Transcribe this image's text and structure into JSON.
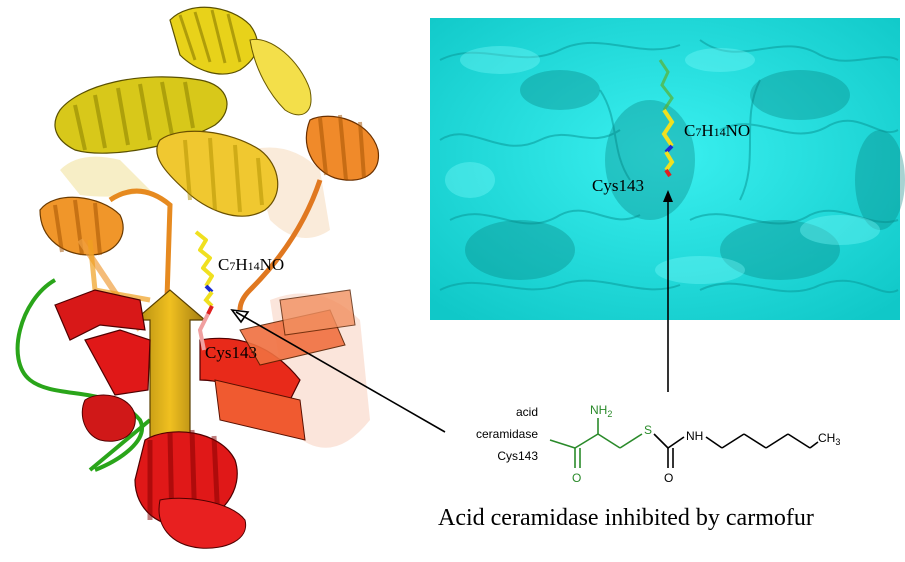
{
  "labels": {
    "ligand_left": {
      "main": "C",
      "sub1": "7",
      "mid": "H",
      "sub2": "14",
      "tail": "NO"
    },
    "cys_left": "Cys143",
    "ligand_right": {
      "main": "C",
      "sub1": "7",
      "mid": "H",
      "sub2": "14",
      "tail": "NO"
    },
    "cys_right": "Cys143",
    "chem_label_line1": "acid",
    "chem_label_line2": "ceramidase",
    "chem_label_line3": "Cys143",
    "chem_nh2": "NH",
    "chem_nh2_sub": "2",
    "chem_s": "S",
    "chem_o": "O",
    "chem_o_carbonyl": "O",
    "chem_nh": "NH",
    "chem_ch3": "CH",
    "chem_ch3_sub": "3",
    "caption": "Acid ceramidase inhibited by carmofur"
  },
  "colors": {
    "surface": "#1ee3e3",
    "helix_yellow": "#e8d21a",
    "helix_orange": "#f08a2a",
    "strand_red": "#e01010",
    "loop_green": "#2aa51a",
    "chem_green": "#2a8a2a",
    "ligand_yellow": "#f0e020",
    "nitrogen_blue": "#1a2ad0",
    "oxygen_red": "#e02020"
  }
}
